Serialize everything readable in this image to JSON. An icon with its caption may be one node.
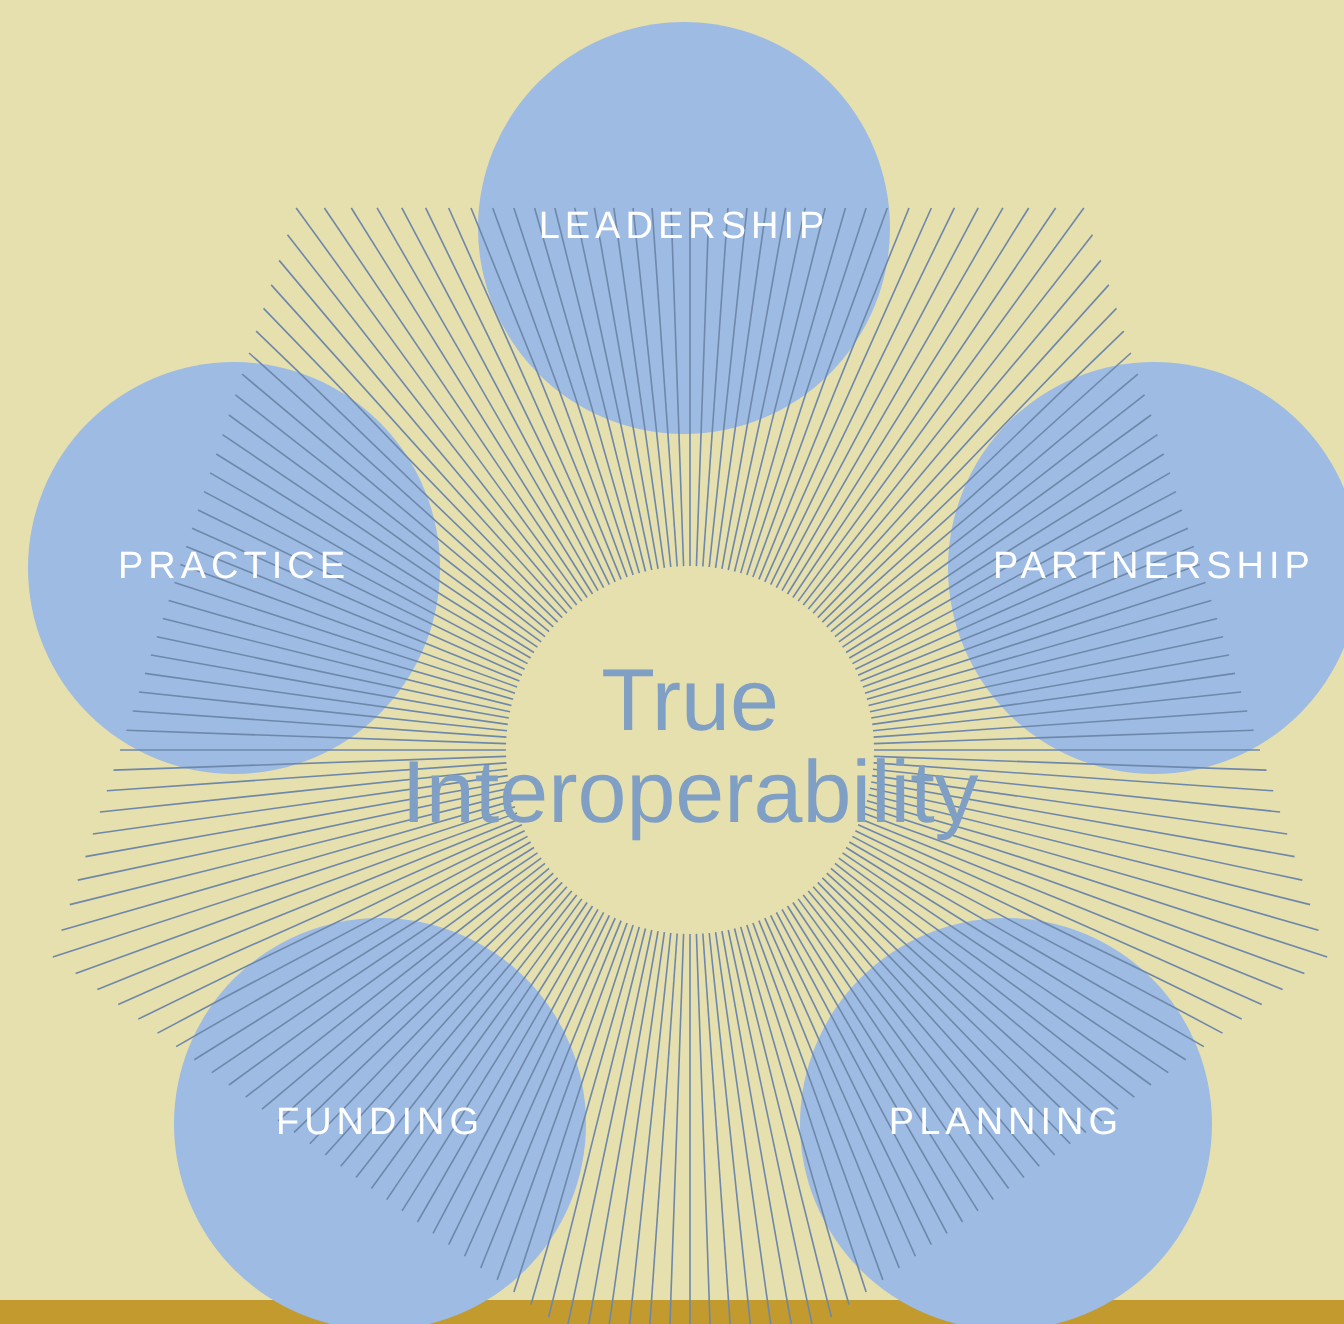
{
  "diagram": {
    "nodes": [
      {
        "text": [
          "True Interoperability"
        ]
      },
      {
        "text": [
          "LEADERSHIP"
        ]
      },
      {
        "text": [
          "PRACTICE"
        ]
      },
      {
        "text": [
          "PARTNERSHIP"
        ]
      },
      {
        "text": [
          "FUNDING"
        ]
      },
      {
        "text": [
          "PLANNING"
        ]
      }
    ]
  }
}
